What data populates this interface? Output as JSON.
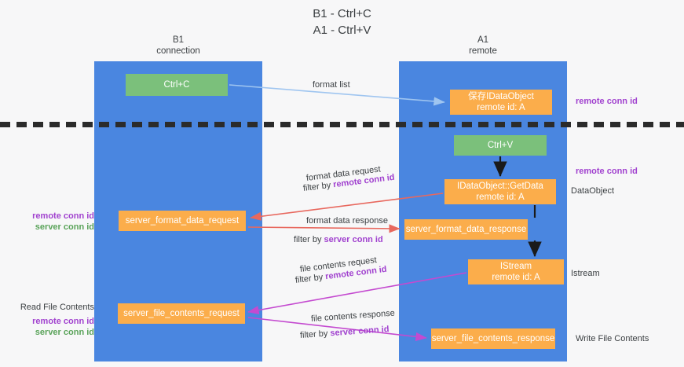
{
  "title": "B1 - Ctrl+C\nA1 - Ctrl+V",
  "lanes": [
    {
      "name": "b1",
      "header": "B1\nconnection",
      "color": "#4a86e0"
    },
    {
      "name": "a1",
      "header": "A1\nremote",
      "color": "#4a86e0"
    }
  ],
  "colors": {
    "lane": "#4a86e0",
    "node_green": "#7bc07b",
    "node_orange": "#fbad4b",
    "highlight_purple": "#a142cf",
    "highlight_green": "#5aa35a",
    "arrow_blue": "#9fc5f0",
    "arrow_black": "#1a1a1a",
    "arrow_red": "#e8685e",
    "arrow_magenta": "#c44ad0",
    "separator": "#2b2b2b",
    "background": "#f7f7f8"
  },
  "nodes": {
    "ctrl_c": "Ctrl+C",
    "idataobject": "保存IDataObject\nremote id: A",
    "ctrl_v": "Ctrl+V",
    "getdata": "IDataObject::GetData\nremote id: A",
    "server_format_data_request": "server_format_data_request",
    "server_format_data_response": "server_format_data_response",
    "istream": "IStream\nremote id: A",
    "server_file_contents_request": "server_file_contents_request",
    "server_file_contents_response": "server_file_contents_response"
  },
  "edge_labels": {
    "format_list": "format list",
    "format_data_request": "format data request",
    "format_data_request_filter_prefix": "filter by ",
    "format_data_request_filter_key": "remote conn id",
    "format_data_response": "format data response",
    "format_data_response_filter_prefix": "filter by ",
    "format_data_response_filter_key": "server conn id",
    "file_contents_request": "file contents request",
    "file_contents_request_filter_prefix": "filter by ",
    "file_contents_request_filter_key": "remote conn id",
    "file_contents_response": "file contents response",
    "file_contents_response_filter_prefix": "filter by ",
    "file_contents_response_filter_key": "server conn id"
  },
  "annotations": {
    "right_remote_conn_id_top": "remote conn id",
    "right_remote_conn_id_mid": "remote conn id",
    "right_dataobject": "DataObject",
    "right_istream": "Istream",
    "right_write_file_contents": "Write File Contents",
    "left_remote_conn_id": "remote conn id",
    "left_server_conn_id": "server conn id",
    "left_read_file_contents": "Read File Contents",
    "left_remote_conn_id_2": "remote conn id",
    "left_server_conn_id_2": "server conn id"
  }
}
